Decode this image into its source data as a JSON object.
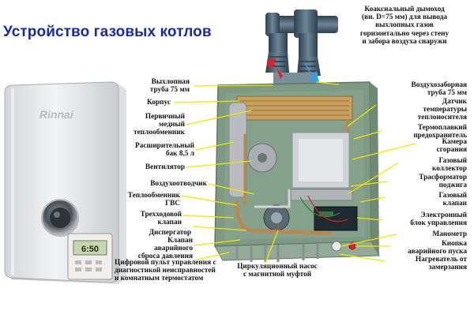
{
  "title": "Устройство газовых котлов",
  "brand": "Rinnai",
  "thermostat_display": "6:50",
  "colors": {
    "title": "#1a2aa0",
    "leader": "#f2e600",
    "boiler_body": "#e6e8ea",
    "housing": "#7f9a84",
    "pipe": "#3f5668",
    "hot_arrow": "#e0202a",
    "cold_arrow": "#2aa0e8"
  },
  "labels": {
    "chimney": "Коаксиальный дымоход\n(вн. D=75 мм) для вывода\nвыхлопных газов\nгоризонтально через стену\nи забора воздуха снаружи",
    "exhaust_pipe": "Выхлопная\nтруба 75 мм",
    "body": "Корпус",
    "primary_hx": "Первичный\nмедный\nтеплообменник",
    "expansion_tank": "Расширительный\nбак 8,5 л",
    "fan": "Вентилятор",
    "air_vent": "Воздухоотводчик",
    "dhw_hx": "Теплообменник\nГВС",
    "three_way_valve": "Трехходовой\nклапан",
    "dispenser": "Диспергатор",
    "relief_valve": "Клапан\nаварийного\nсброса давления",
    "control_panel": "Цифровой пульт управления с\nдиагностикой неисправностей\nи комнатным термостатом",
    "circ_pump": "Циркуляционный насос\nс магнитной муфтой",
    "air_intake_pipe": "Воздухозаборная\nтруба 75 мм",
    "temp_sensor": "Датчик\nтемпературы\nтеплоносителя",
    "thermal_fuse": "Термоплавкий\nпредохранитель",
    "combustion_chamber": "Камера\nсгорания",
    "gas_manifold": "Газовый\nколлектор",
    "ignition_transformer": "Трасформатор\nподжига",
    "gas_valve": "Газовый\nклапан",
    "control_unit": "Электронный\nблок управления",
    "manometer": "Манометр",
    "emergency_button": "Кнопка\nаварийного пуска",
    "freeze_heater": "Нагреватель от\nзамерзания"
  }
}
